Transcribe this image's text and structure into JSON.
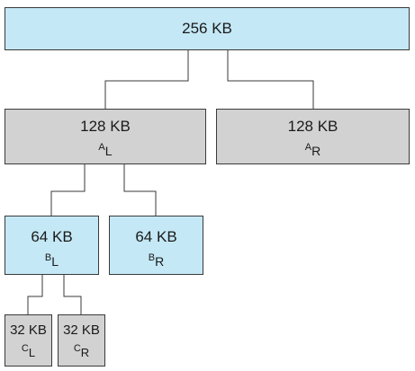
{
  "tree": {
    "root": {
      "size": "256 KB"
    },
    "al": {
      "size": "128 KB",
      "label": "A",
      "sub": "L"
    },
    "ar": {
      "size": "128 KB",
      "label": "A",
      "sub": "R"
    },
    "bl": {
      "size": "64 KB",
      "label": "B",
      "sub": "L"
    },
    "br": {
      "size": "64 KB",
      "label": "B",
      "sub": "R"
    },
    "cl": {
      "size": "32 KB",
      "label": "C",
      "sub": "L"
    },
    "cr": {
      "size": "32 KB",
      "label": "C",
      "sub": "R"
    }
  },
  "colors": {
    "free_block": "#c4e8f6",
    "allocated_block": "#d2d2d2",
    "line": "#3a3a3a"
  }
}
